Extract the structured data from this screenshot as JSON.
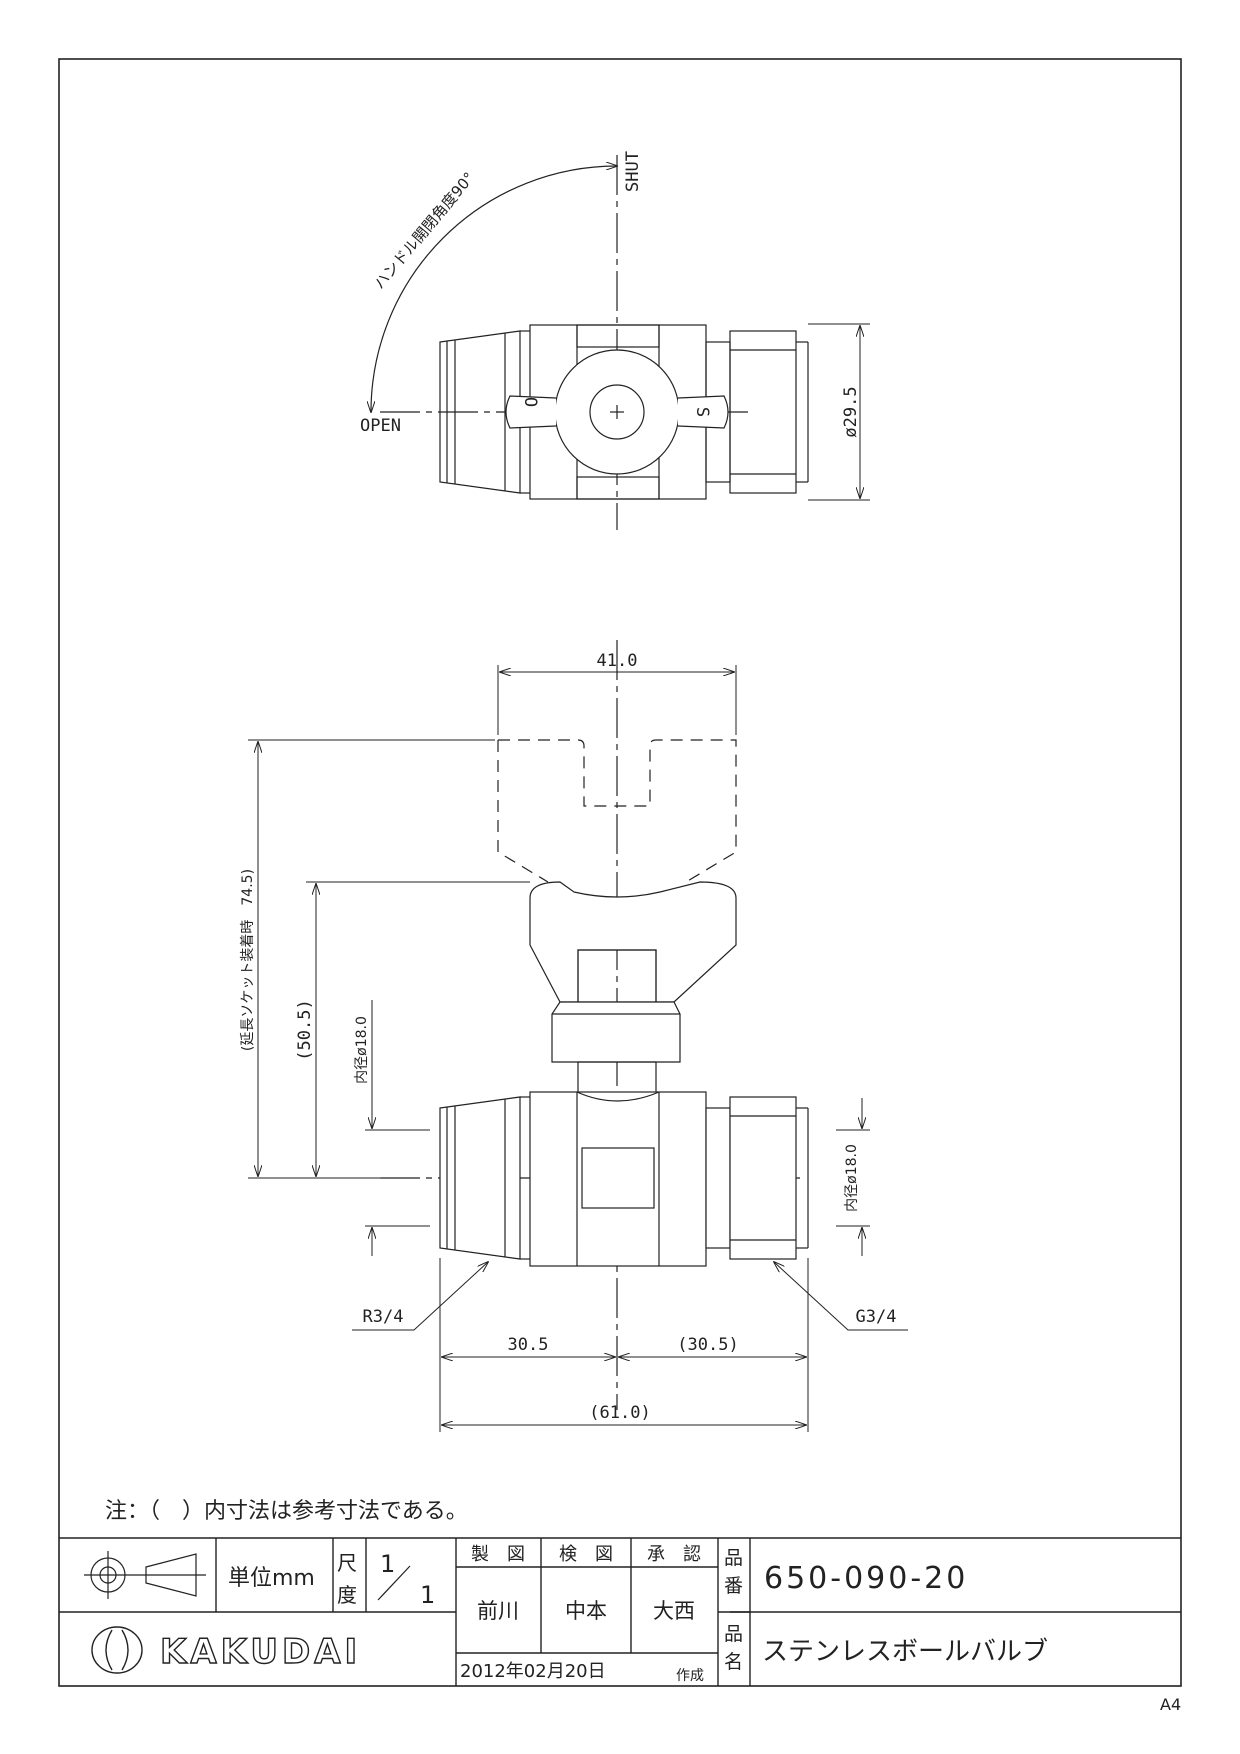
{
  "drawing": {
    "top_view": {
      "shut_label": "SHUT",
      "open_label": "OPEN",
      "angle_note": "ハンドル開閉角度90°",
      "diameter_label": "ø29.5",
      "handle_mark_open": "O",
      "handle_mark_shut": "S"
    },
    "side_view": {
      "width_handle": "41.0",
      "height_extended": "(延長ソケット装着時　74.5)",
      "height_handle": "(50.5)",
      "inner_dia_left": "内径ø18.0",
      "inner_dia_right": "内径ø18.0",
      "thread_left": "R3/4",
      "thread_right": "G3/4",
      "half_left": "30.5",
      "half_right": "(30.5)",
      "total_length": "(61.0)"
    },
    "note": "注：（　）内寸法は参考寸法である。"
  },
  "title_block": {
    "unit_label": "単位mm",
    "scale_label_1": "尺",
    "scale_label_2": "度",
    "scale_num": "1",
    "scale_den": "1",
    "seizu": "製　図",
    "kenzu": "検　図",
    "shonin": "承　認",
    "drafter": "前川",
    "checker": "中本",
    "approver": "大西",
    "date": "2012年02月20日",
    "created": "作成",
    "hinban_1": "品",
    "hinban_2": "番",
    "part_number": "650-090-20",
    "hinmei_1": "品",
    "hinmei_2": "名",
    "product_name": "ステンレスボールバルブ",
    "company": "KAKUDAI"
  },
  "paper_size": "A4"
}
